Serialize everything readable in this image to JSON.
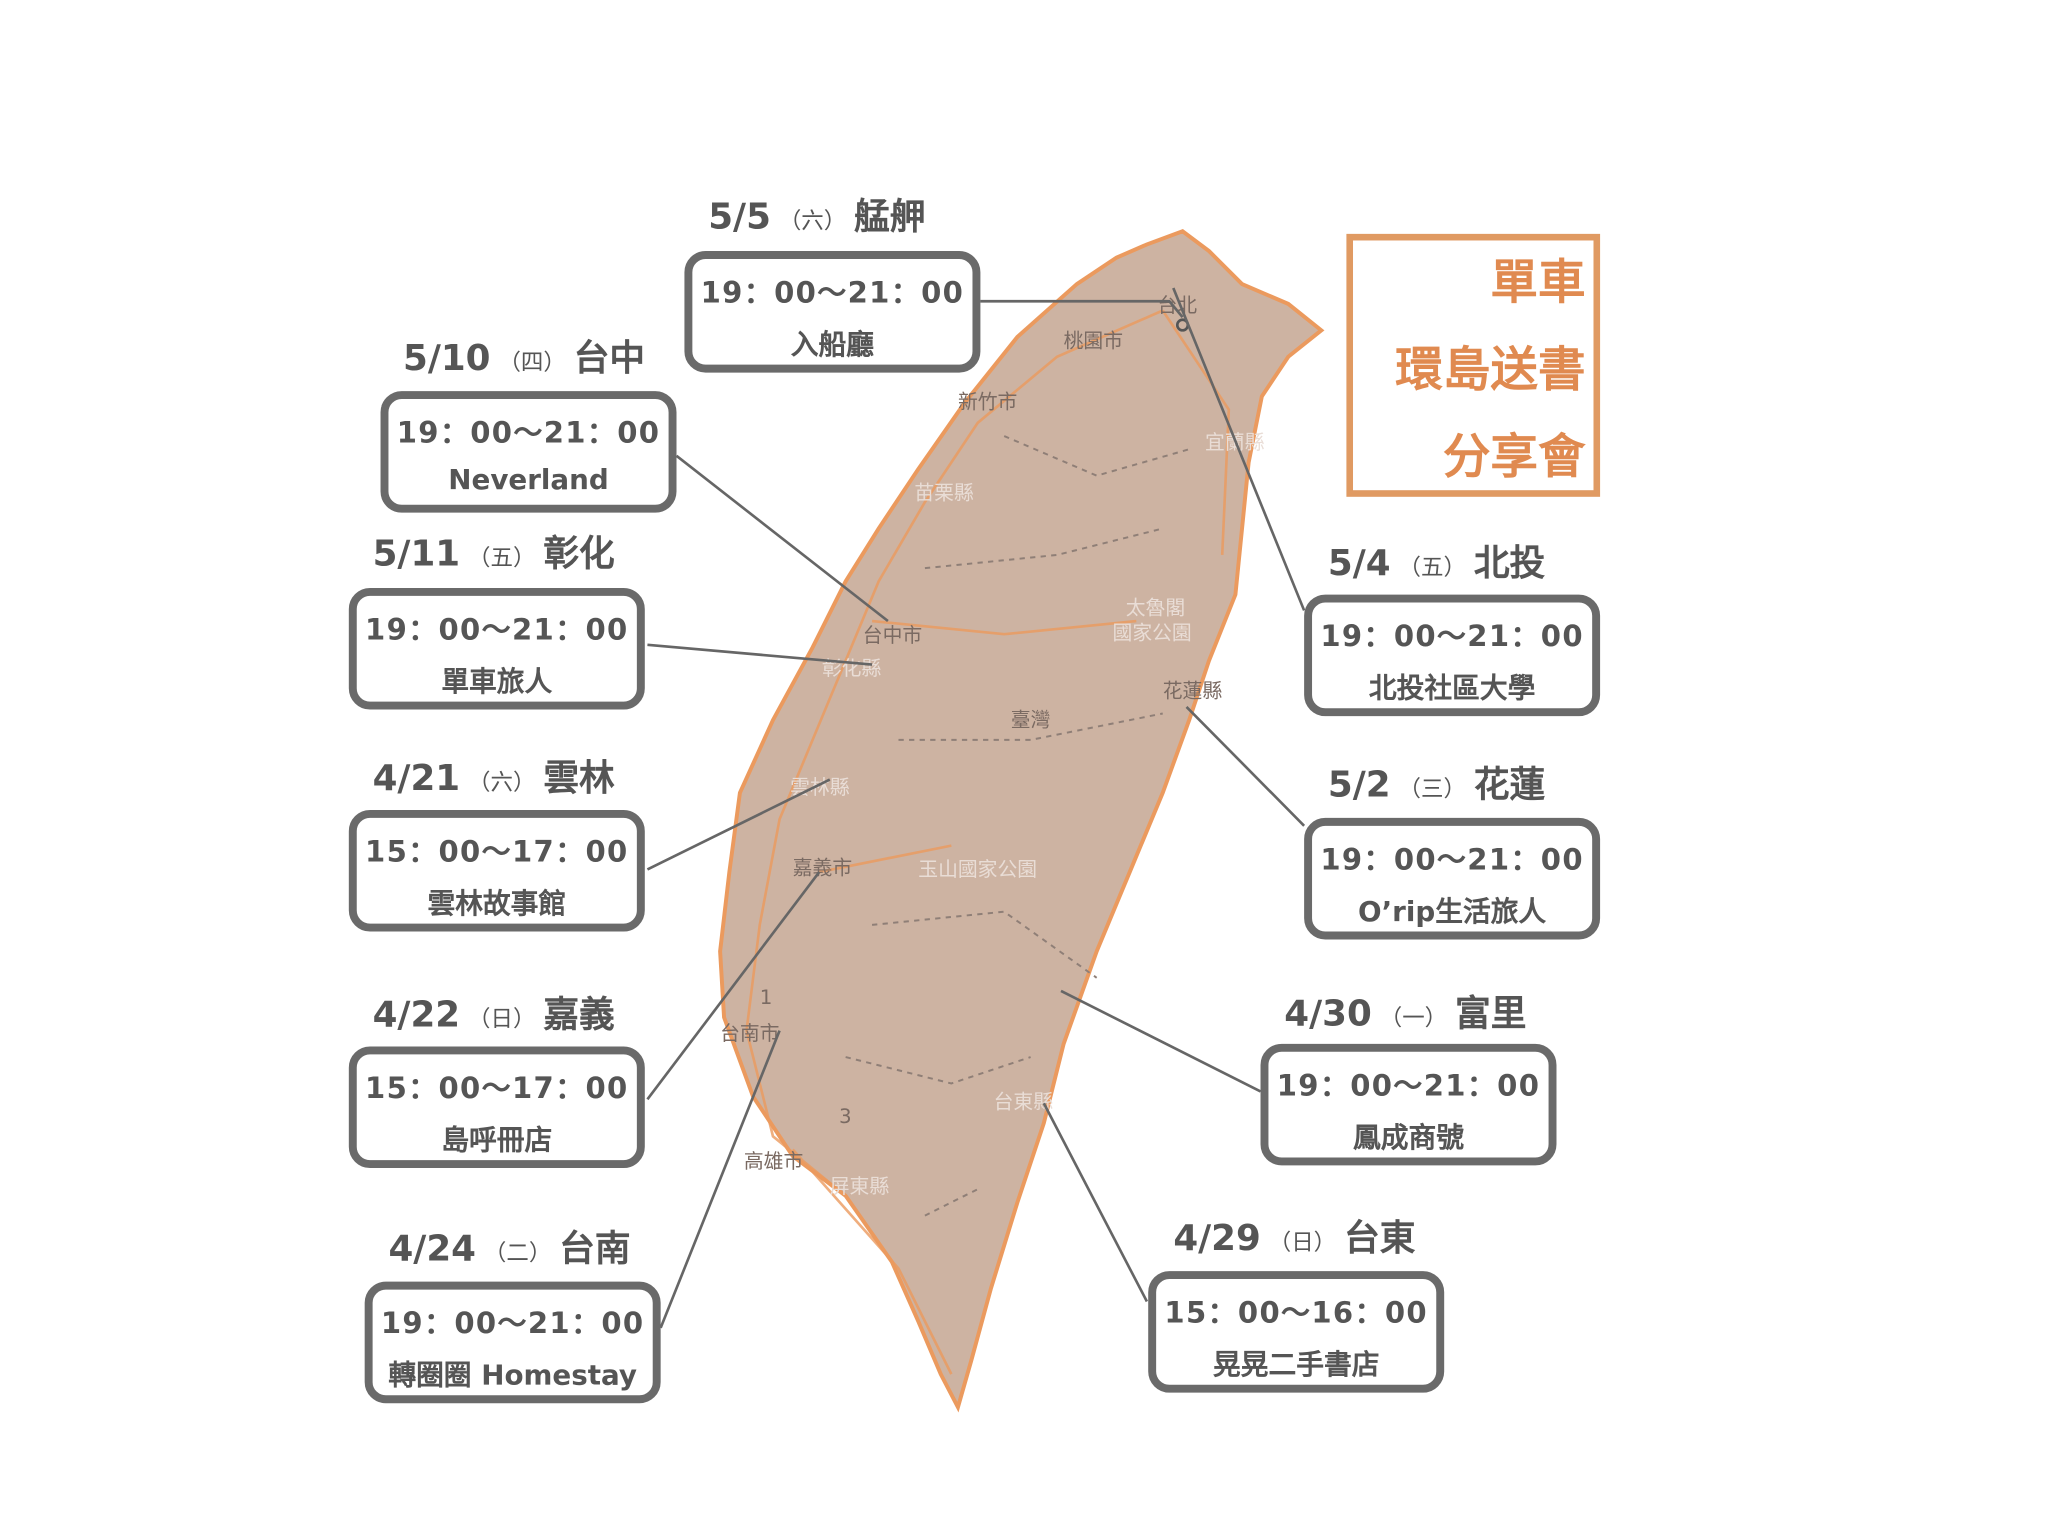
{
  "title": {
    "lines": [
      "單車",
      "環島送書",
      "分享會"
    ],
    "color": "#e08a50"
  },
  "map": {
    "land_color": "#cdb3a2",
    "road_color": "#eb9a5e",
    "labels": [
      "台北",
      "桃園市",
      "新竹市",
      "苗栗縣",
      "台中市",
      "彰化縣",
      "雲林縣",
      "嘉義市",
      "台南市",
      "高雄市",
      "屏東縣",
      "台東縣",
      "花蓮縣",
      "宜蘭縣",
      "太魯閣",
      "國家公園",
      "玉山國家公園",
      "臺灣",
      "1",
      "3"
    ]
  },
  "events": [
    {
      "date": "5/5",
      "weekday": "（六）",
      "city": "艋舺",
      "time": "19：00～21：00",
      "venue": "入船廳"
    },
    {
      "date": "5/10",
      "weekday": "（四）",
      "city": "台中",
      "time": "19：00～21：00",
      "venue": "Neverland"
    },
    {
      "date": "5/11",
      "weekday": "（五）",
      "city": "彰化",
      "time": "19：00～21：00",
      "venue": "單車旅人"
    },
    {
      "date": "4/21",
      "weekday": "（六）",
      "city": "雲林",
      "time": "15：00～17：00",
      "venue": "雲林故事館"
    },
    {
      "date": "4/22",
      "weekday": "（日）",
      "city": "嘉義",
      "time": "15：00～17：00",
      "venue": "島呼冊店"
    },
    {
      "date": "4/24",
      "weekday": "（二）",
      "city": "台南",
      "time": "19：00～21：00",
      "venue": "轉圈圈 Homestay"
    },
    {
      "date": "5/4",
      "weekday": "（五）",
      "city": "北投",
      "time": "19：00～21：00",
      "venue": "北投社區大學"
    },
    {
      "date": "5/2",
      "weekday": "（三）",
      "city": "花蓮",
      "time": "19：00～21：00",
      "venue": "O’rip生活旅人"
    },
    {
      "date": "4/30",
      "weekday": "（一）",
      "city": "富里",
      "time": "19：00～21：00",
      "venue": "鳳成商號"
    },
    {
      "date": "4/29",
      "weekday": "（日）",
      "city": "台東",
      "time": "15：00～16：00",
      "venue": "晃晃二手書店"
    }
  ]
}
